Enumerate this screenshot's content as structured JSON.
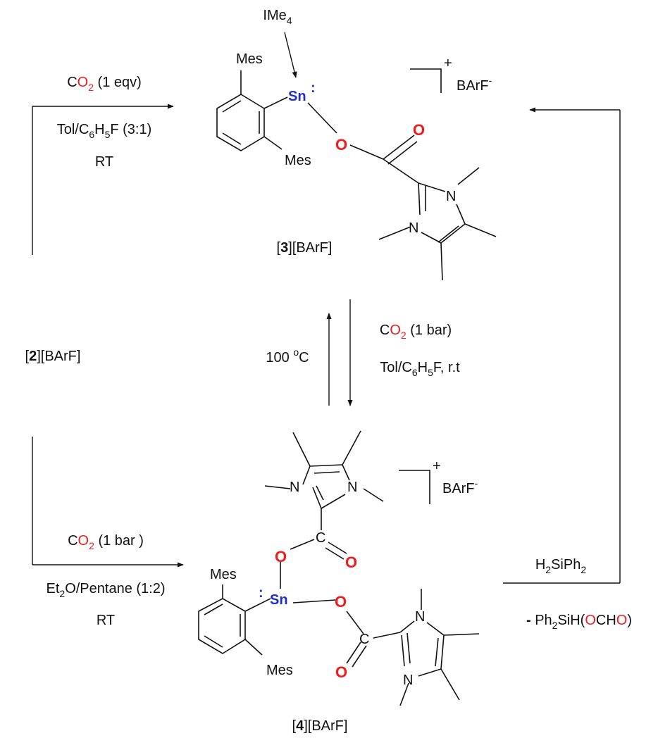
{
  "colors": {
    "oxygen": "#ee1c1c",
    "tin": "#1f2ec8",
    "ink": "#111111"
  },
  "atoms": {
    "oxygen": "O",
    "tin": "Sn",
    "nitrogen": "N",
    "carbon": "C",
    "lone_pair": ":"
  },
  "substituents": {
    "mes": "Mes"
  },
  "counter_ion": {
    "bracket_charge": "+",
    "name": "BArF",
    "charge": "-"
  },
  "reagents": {
    "ime4": {
      "base": "IMe",
      "sub": "4"
    }
  },
  "compounds": {
    "c2": {
      "open": "[",
      "num": "2",
      "close": "][BArF]"
    },
    "c3": {
      "open": "[",
      "num": "3",
      "close": "][BArF]"
    },
    "c4": {
      "open": "[",
      "num": "4",
      "close": "][BArF]"
    }
  },
  "conditions": {
    "top_left": {
      "line1": {
        "pre": "C",
        "o2": "O",
        "sub": "2",
        "post": " (1 eqv)"
      },
      "line2": {
        "a": "Tol/C",
        "s1": "6",
        "b": "H",
        "s2": "5",
        "c": "F (3:1)"
      },
      "line3": "RT"
    },
    "middle_right": {
      "line1": {
        "pre": "C",
        "o2": "O",
        "sub": "2",
        "post": " (1 bar)"
      },
      "line2": {
        "a": "Tol/C",
        "s1": "6",
        "b": "H",
        "s2": "5",
        "c": "F, r.t"
      }
    },
    "middle_left": {
      "value": "100 ",
      "sup": "o",
      "unit": "C"
    },
    "bottom_left": {
      "line1": {
        "pre": "C",
        "o2": "O",
        "sub": "2",
        "post": " (1 bar )"
      },
      "line2": {
        "a": "Et",
        "s1": "2",
        "b": "O/Pentane (1:2)"
      },
      "line3": "RT"
    },
    "right": {
      "line1": {
        "a": "H",
        "s1": "2",
        "b": "SiPh",
        "s2": "2"
      },
      "line2": {
        "dash": "- ",
        "a": "Ph",
        "s1": "2",
        "b": "SiH(",
        "o1": "O",
        "c": "CH",
        "o2": "O",
        "d": ")"
      }
    }
  }
}
